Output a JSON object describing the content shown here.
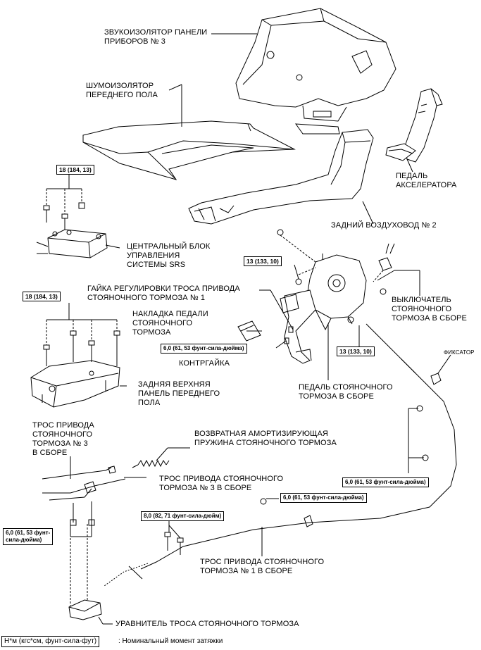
{
  "labels": {
    "sound_insulator": "ЗВУКОИЗОЛЯТОР ПАНЕЛИ\nПРИБОРОВ № 3",
    "noise_insulator": "ШУМОИЗОЛЯТОР\nПЕРЕДНЕГО ПОЛА",
    "accel_pedal": "ПЕДАЛЬ\nАКСЕЛЕРАТОРА",
    "rear_duct": "ЗАДНИЙ ВОЗДУХОВОД № 2",
    "srs_unit": "ЦЕНТРАЛЬНЫЙ БЛОК\nУПРАВЛЕНИЯ\nСИСТЕМЫ SRS",
    "adjust_nut": "ГАЙКА РЕГУЛИРОВКИ ТРОСА ПРИВОДА\nСТОЯНОЧНОГО ТОРМОЗА № 1",
    "pedal_pad": "НАКЛАДКА ПЕДАЛИ\nСТОЯНОЧНОГО\nТОРМОЗА",
    "lock_nut": "КОНТРГАЙКА",
    "switch": "ВЫКЛЮЧАТЕЛЬ\nСТОЯНОЧНОГО\nТОРМОЗА В СБОРЕ",
    "clip": "ФИКСАТОР",
    "rear_upper_panel": "ЗАДНЯЯ ВЕРХНЯЯ\nПАНЕЛЬ ПЕРЕДНЕГО\nПОЛА",
    "brake_pedal": "ПЕДАЛЬ СТОЯНОЧНОГО\nТОРМОЗА В СБОРЕ",
    "cable3_left": "ТРОС ПРИВОДА\nСТОЯНОЧНОГО\nТОРМОЗА № 3\nВ СБОРЕ",
    "return_spring": "ВОЗВРАТНАЯ АМОРТИЗИРУЮЩАЯ\nПРУЖИНА СТОЯНОЧНОГО ТОРМОЗА",
    "cable3_right": "ТРОС ПРИВОДА СТОЯНОЧНОГО\nТОРМОЗА № 3 В СБОРЕ",
    "cable1": "ТРОС ПРИВОДА СТОЯНОЧНОГО\nТОРМОЗА № 1 В СБОРЕ",
    "equalizer": "УРАВНИТЕЛЬ ТРОСА СТОЯНОЧНОГО ТОРМОЗА"
  },
  "torques": {
    "t18a": "18 (184, 13)",
    "t18b": "18 (184, 13)",
    "t13a": "13 (133, 10)",
    "t13b": "13 (133, 10)",
    "t6_lock": "6,0 (61, 53 фунт-сила-дюйма)",
    "t6_right": "6,0 (61, 53 фунт-сила-дюйма)",
    "t6_mid": "6,0 (61, 53 фунт-сила-дюйма)",
    "t6_left": "6,0 (61, 53 фунт-\nсила-дюйма)",
    "t8": "8,0 (82, 71 фунт-сила-дюйм)"
  },
  "legend": {
    "unit": "Н*м (кгс*см, фунт-сила-фут)",
    "meaning": ": Номинальный момент затяжки"
  }
}
